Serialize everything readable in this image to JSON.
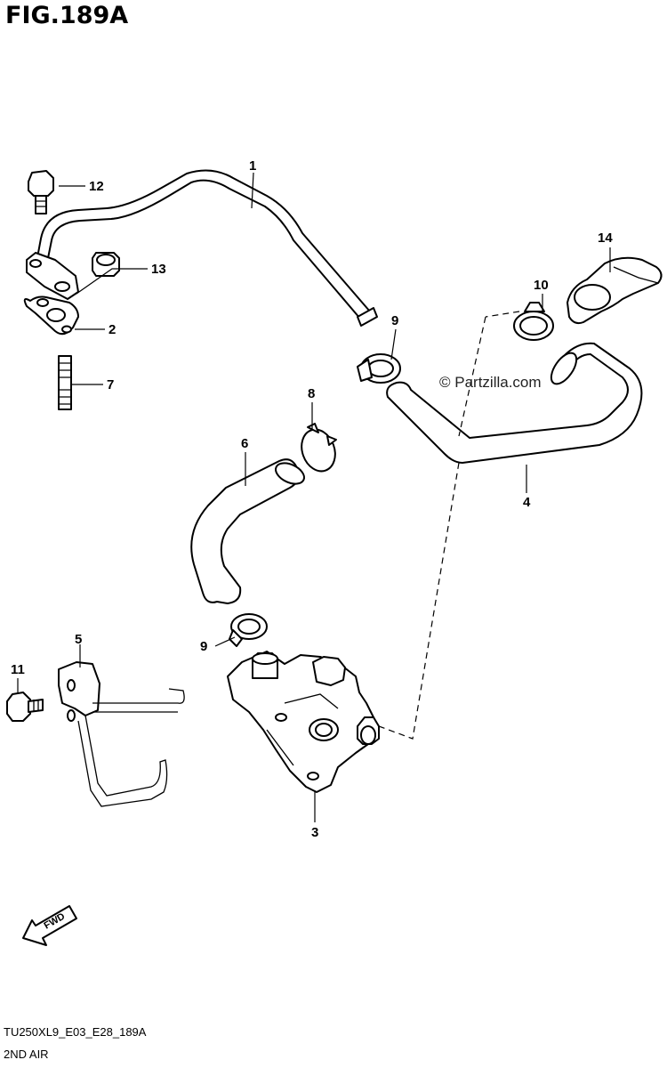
{
  "figure": {
    "title": "FIG.189A",
    "code": "TU250XL9_E03_E28_189A",
    "caption": "2ND AIR",
    "watermark": "© Partzilla.com",
    "fwd_label": "FWD"
  },
  "callouts": [
    {
      "id": "1",
      "part": "pipe"
    },
    {
      "id": "12",
      "part": "bolt"
    },
    {
      "id": "13",
      "part": "nut"
    },
    {
      "id": "2",
      "part": "gasket"
    },
    {
      "id": "7",
      "part": "stud"
    },
    {
      "id": "14",
      "part": "clamp"
    },
    {
      "id": "10",
      "part": "hose-clip"
    },
    {
      "id": "9",
      "part": "hose-clip-upper"
    },
    {
      "id": "8",
      "part": "washer"
    },
    {
      "id": "6",
      "part": "hose-short"
    },
    {
      "id": "4",
      "part": "hose-long"
    },
    {
      "id": "5",
      "part": "bracket"
    },
    {
      "id": "11",
      "part": "bolt-bracket"
    },
    {
      "id": "9b",
      "label": "9",
      "part": "hose-clip-lower"
    },
    {
      "id": "3",
      "part": "valve"
    }
  ]
}
